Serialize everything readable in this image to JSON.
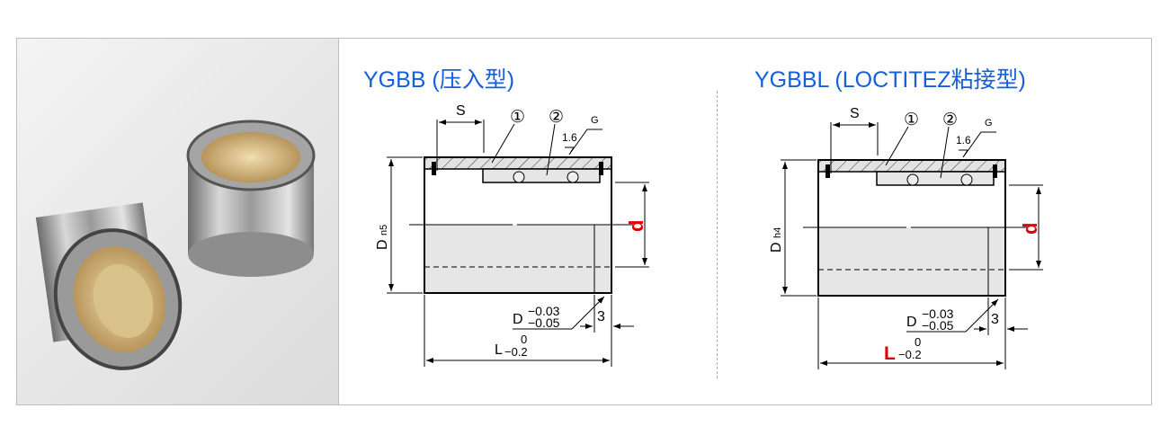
{
  "left_drawing": {
    "title": "YGBB (压入型)",
    "outer_dim": "D",
    "outer_tol": "n5",
    "s_label": "S",
    "part1": "①",
    "part2": "②",
    "g_label": "G",
    "roughness": "1.6",
    "bore_label": "d",
    "chamfer_d": "D",
    "chamfer_upper": "−0.03",
    "chamfer_lower": "−0.05",
    "chamfer_len": "3",
    "length_label": "L",
    "length_upper": "0",
    "length_lower": "−0.2"
  },
  "right_drawing": {
    "title": "YGBBL (LOCTITEZ粘接型)",
    "outer_dim": "D",
    "outer_tol": "h4",
    "s_label": "S",
    "part1": "①",
    "part2": "②",
    "g_label": "G",
    "roughness": "1.6",
    "bore_label": "d",
    "chamfer_d": "D",
    "chamfer_upper": "−0.03",
    "chamfer_lower": "−0.05",
    "chamfer_len": "3",
    "length_label": "L",
    "length_upper": "0",
    "length_lower": "−0.2"
  },
  "colors": {
    "title": "#1560d8",
    "highlight": "#e00000"
  }
}
